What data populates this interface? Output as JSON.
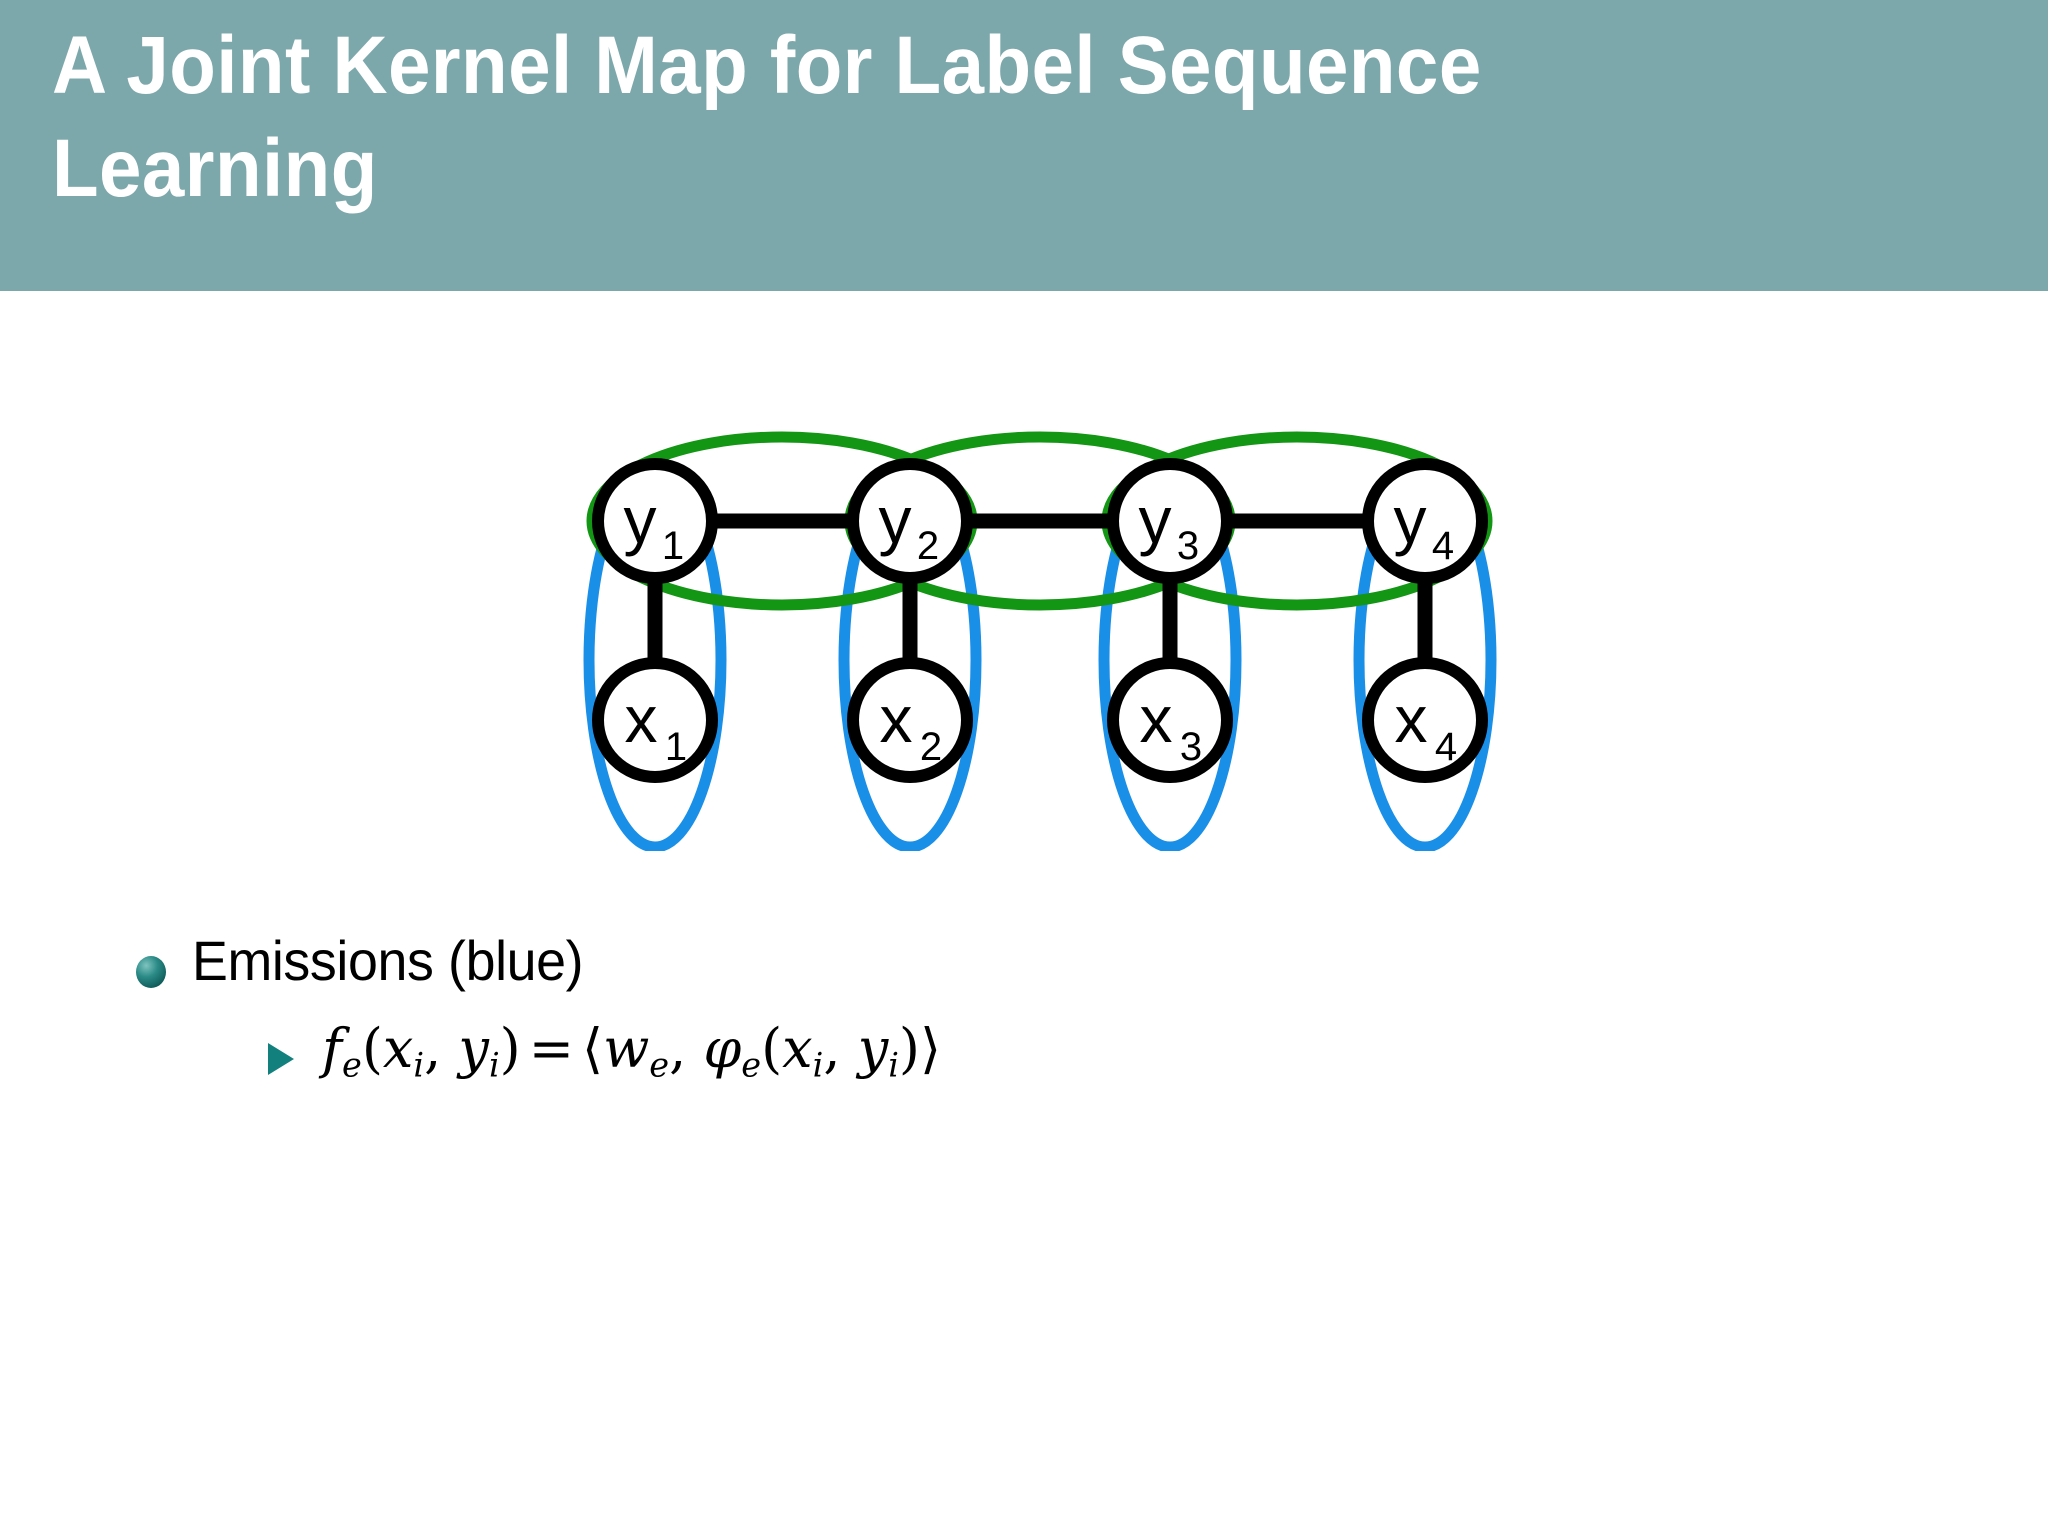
{
  "slide": {
    "title": "A Joint Kernel Map for Label Sequence Learning",
    "background_color": "#FFFFFF",
    "title_bar_color": "#7CA8AB",
    "title_text_color": "#FFFFFF"
  },
  "diagram": {
    "name": "label-sequence-factor-graph",
    "colors": {
      "node_outline": "#000000",
      "node_fill": "#FFFFFF",
      "edge": "#000000",
      "emission_ellipse_blue": "#1A8FE8",
      "transition_ellipse_green": "#139613"
    },
    "label_nodes": [
      {
        "id": "y1",
        "base": "y",
        "sub": "1"
      },
      {
        "id": "y2",
        "base": "y",
        "sub": "2"
      },
      {
        "id": "y3",
        "base": "y",
        "sub": "3"
      },
      {
        "id": "y4",
        "base": "y",
        "sub": "4"
      }
    ],
    "observation_nodes": [
      {
        "id": "x1",
        "base": "x",
        "sub": "1"
      },
      {
        "id": "x2",
        "base": "x",
        "sub": "2"
      },
      {
        "id": "x3",
        "base": "x",
        "sub": "3"
      },
      {
        "id": "x4",
        "base": "x",
        "sub": "4"
      }
    ],
    "emission_groups": [
      {
        "nodes": [
          "y1",
          "x1"
        ]
      },
      {
        "nodes": [
          "y2",
          "x2"
        ]
      },
      {
        "nodes": [
          "y3",
          "x3"
        ]
      },
      {
        "nodes": [
          "y4",
          "x4"
        ]
      }
    ],
    "transition_groups": [
      {
        "nodes": [
          "y1",
          "y2"
        ]
      },
      {
        "nodes": [
          "y2",
          "y3"
        ]
      },
      {
        "nodes": [
          "y3",
          "y4"
        ]
      }
    ],
    "label_chain_edges": [
      [
        "y1",
        "y2"
      ],
      [
        "y2",
        "y3"
      ],
      [
        "y3",
        "y4"
      ]
    ],
    "emission_edges": [
      [
        "y1",
        "x1"
      ],
      [
        "y2",
        "x2"
      ],
      [
        "y3",
        "x3"
      ],
      [
        "y4",
        "x4"
      ]
    ]
  },
  "content": {
    "bullets": [
      {
        "label": "Emissions (blue)",
        "bullet_color": "#12817E",
        "subitems": [
          {
            "marker_color": "#12817E",
            "formula_parts": {
              "f": "f",
              "f_sub": "e",
              "open1": "(",
              "x": "x",
              "x_sub": "i",
              "comma1": ",",
              "y": "y",
              "y_sub": "i",
              "close1": ")",
              "equals": "=",
              "langle": "⟨",
              "w": "w",
              "w_sub": "e",
              "comma2": ",",
              "phi": "φ",
              "phi_sub": "e",
              "open2": "(",
              "x2": "x",
              "x2_sub": "i",
              "comma3": ",",
              "y2": "y",
              "y2_sub": "i",
              "close2": ")",
              "rangle": "⟩"
            },
            "plain": "f_e(x_i, y_i) = ⟨w_e, φ_e(x_i, y_i)⟩"
          }
        ]
      }
    ]
  }
}
